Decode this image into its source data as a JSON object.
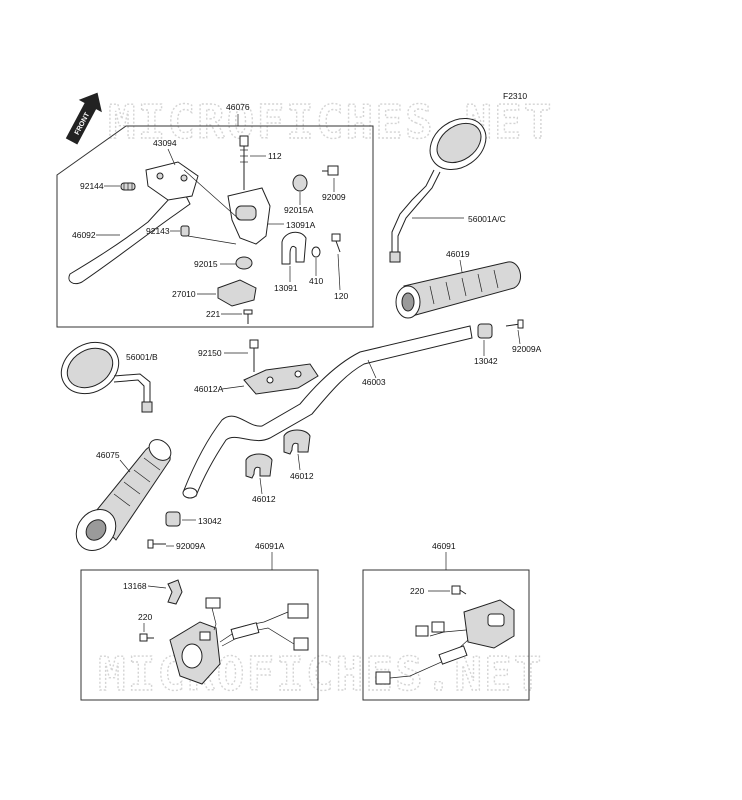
{
  "figure_code": "F2310",
  "watermark": "MICROFICHES.NET",
  "front_label": "FRONT",
  "parts": {
    "p46076": "46076",
    "p43094": "43094",
    "p112": "112",
    "p92009": "92009",
    "p92015A": "92015A",
    "p13091A": "13091A",
    "p92144": "92144",
    "p46092": "46092",
    "p92143": "92143",
    "p92015": "92015",
    "p410": "410",
    "p13091": "13091",
    "p120": "120",
    "p27010": "27010",
    "p221": "221",
    "p56001AC": "56001A/C",
    "p46019": "46019",
    "p13042a": "13042",
    "p92009Aa": "92009A",
    "p56001B": "56001/B",
    "p92150": "92150",
    "p46012A": "46012A",
    "p46003": "46003",
    "p46075": "46075",
    "p46012a": "46012",
    "p46012b": "46012",
    "p13042b": "13042",
    "p92009Ab": "92009A",
    "p46091A": "46091A",
    "p46091": "46091",
    "p13168": "13168",
    "p220a": "220",
    "p220b": "220"
  }
}
